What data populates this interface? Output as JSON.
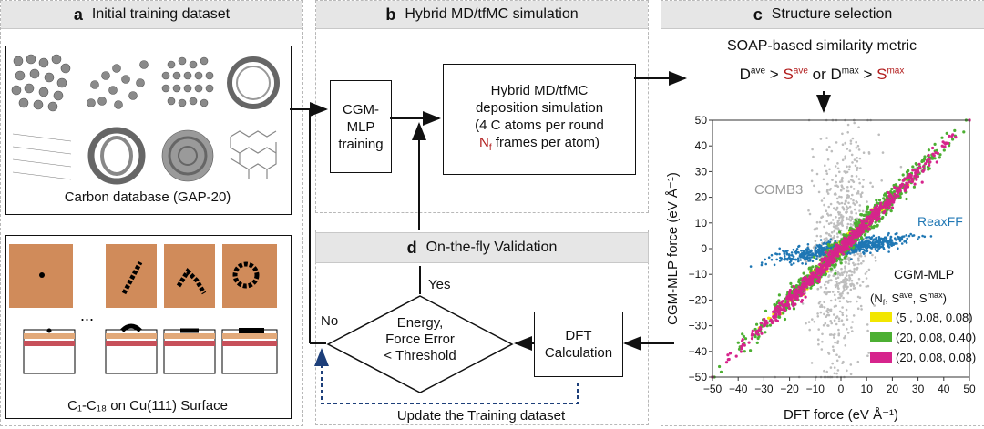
{
  "panels": {
    "a": {
      "letter": "a",
      "title": "Initial training dataset",
      "db_caption": "Carbon database (GAP-20)",
      "dots": "...",
      "surface_caption": "C₁-C₁₈ on Cu(111) Surface"
    },
    "b": {
      "letter": "b",
      "title": "Hybrid MD/tfMC simulation",
      "mlp_box": [
        "CGM-",
        "MLP",
        "training"
      ],
      "sim_box": [
        "Hybrid MD/tfMC",
        "deposition simulation",
        "(4 C atoms per round",
        "frames per atom)"
      ],
      "nf_label": "N",
      "nf_sub": "f"
    },
    "c": {
      "letter": "c",
      "title": "Structure selection",
      "metric_title": "SOAP-based similarity metric",
      "metric": {
        "D": "D",
        "ave": "ave",
        "S": "S",
        "or": "or",
        "max": "max",
        "gt": ">"
      }
    },
    "d": {
      "letter": "d",
      "title": "On-the-fly Validation",
      "decision": [
        "Energy,",
        "Force Error",
        "< Threshold"
      ],
      "dft_box": [
        "DFT",
        "Calculation"
      ],
      "yes": "Yes",
      "no": "No",
      "update": "Update the Training dataset"
    }
  },
  "chart_data": {
    "type": "scatter",
    "xlabel": "DFT force (eV Å⁻¹)",
    "ylabel": "CGM-MLP force (eV Å⁻¹)",
    "xlim": [
      -50,
      50
    ],
    "ylim": [
      -50,
      50
    ],
    "xticks": [
      "−50",
      "−40",
      "−30",
      "−20",
      "−10",
      "0",
      "10",
      "20",
      "30",
      "40",
      "50"
    ],
    "yticks": [
      "50",
      "40",
      "30",
      "20",
      "10",
      "0",
      "−10",
      "−20",
      "−30",
      "−40",
      "−50"
    ],
    "annotations": {
      "comb3": "COMB3",
      "reaxff": "ReaxFF",
      "cgm": "CGM-MLP"
    },
    "legend_header": {
      "open": "(N",
      "sub_f": "f",
      "sep1": ", S",
      "sup_ave": "ave",
      "sep2": ", S",
      "sup_max": "max",
      "close": ")"
    },
    "series": [
      {
        "name": "COMB3",
        "color": "#bdbdbd",
        "spread_x": [
          -10,
          10
        ],
        "spread_y": [
          -50,
          50
        ]
      },
      {
        "name": "ReaxFF",
        "color": "#1f77b4",
        "spread_x": [
          -30,
          30
        ],
        "spread_y": [
          -5,
          5
        ]
      },
      {
        "name": "(5  , 0.08, 0.08)",
        "color": "#f2e600",
        "trend": "y = x"
      },
      {
        "name": "(20, 0.08, 0.40)",
        "color": "#4caf32",
        "trend": "y = x"
      },
      {
        "name": "(20, 0.08, 0.08)",
        "color": "#d6248c",
        "trend": "y = x"
      }
    ],
    "legend": [
      "(5  , 0.08, 0.08)",
      "(20, 0.08, 0.40)",
      "(20, 0.08, 0.08)"
    ],
    "legend_placement": "bottom-right",
    "grid": false
  }
}
